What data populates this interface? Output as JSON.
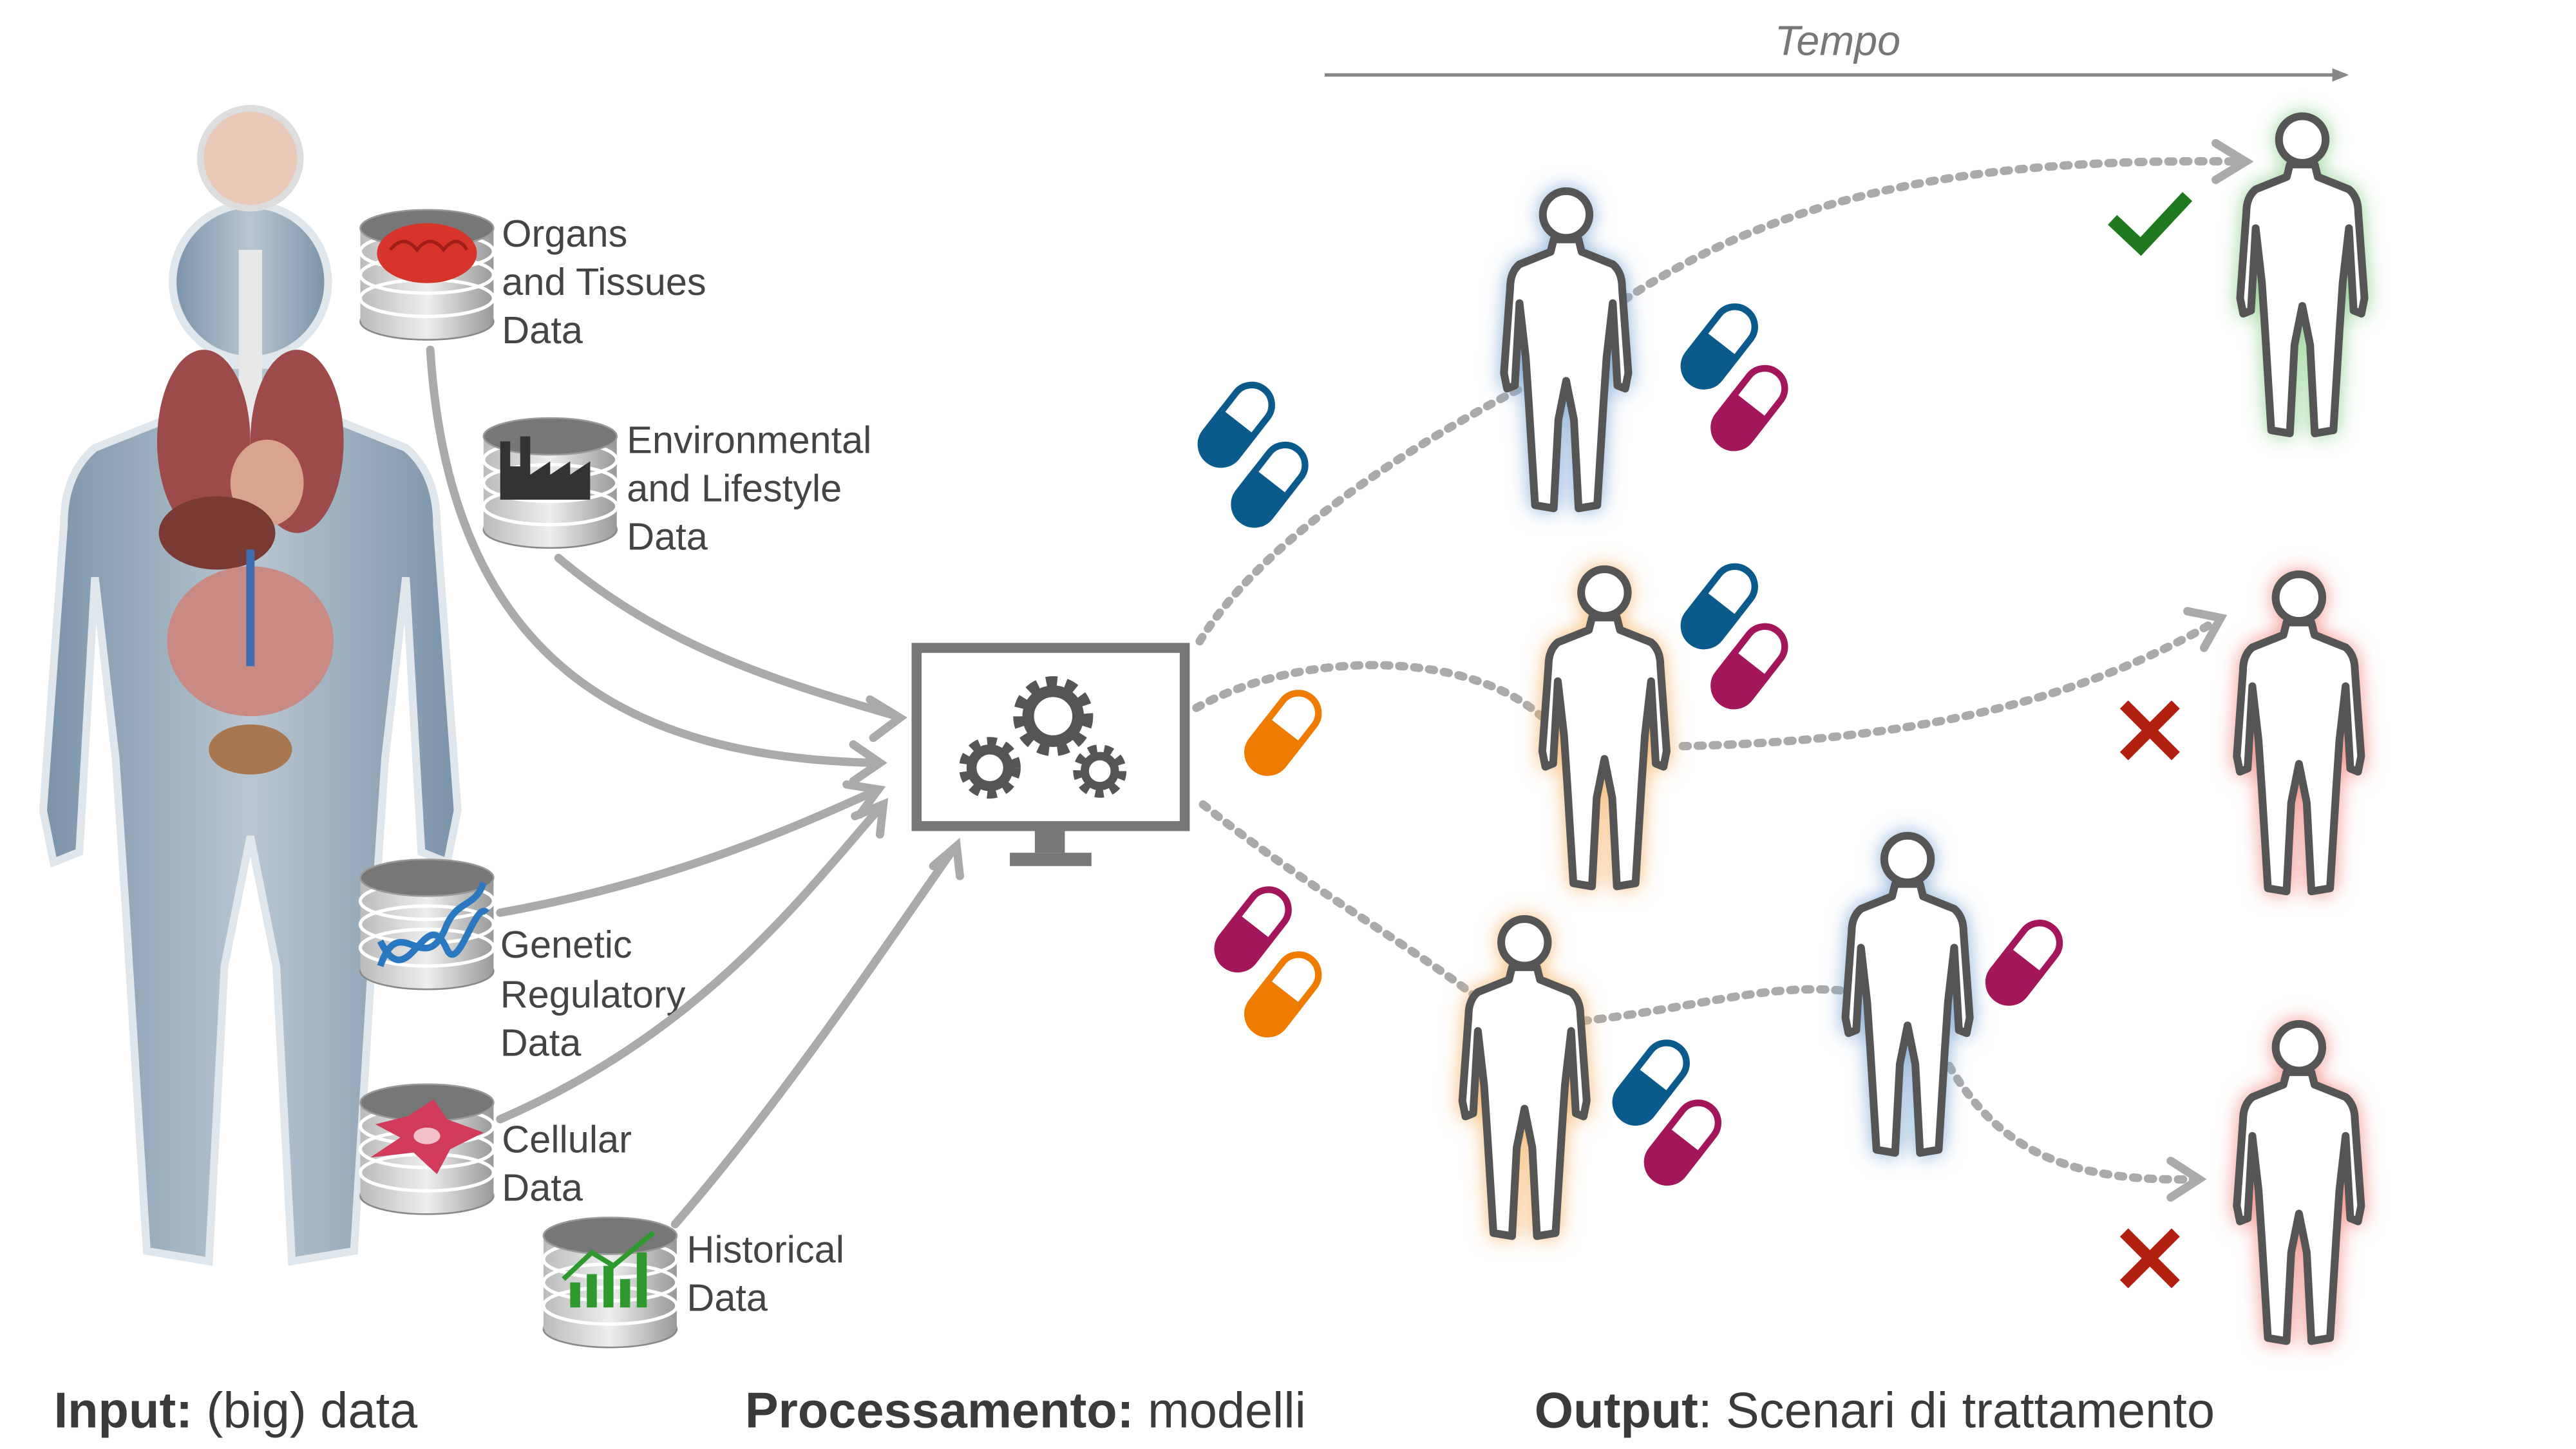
{
  "timeline": {
    "label": "Tempo"
  },
  "data_sources": [
    {
      "lines": [
        "Organs",
        "and Tissues",
        "Data"
      ],
      "icon": "brain-icon"
    },
    {
      "lines": [
        "Environmental",
        "and Lifestyle",
        "Data"
      ],
      "icon": "factory-icon"
    },
    {
      "lines": [
        "Genetic",
        "Regulatory",
        "Data"
      ],
      "icon": "dna-icon"
    },
    {
      "lines": [
        "Cellular",
        "Data"
      ],
      "icon": "cell-icon"
    },
    {
      "lines": [
        "Historical",
        "Data"
      ],
      "icon": "chart-icon"
    }
  ],
  "sections": {
    "input": {
      "bold": "Input:",
      "rest": " (big) data"
    },
    "processing": {
      "bold": "Processamento:",
      "rest": " modelli"
    },
    "output": {
      "bold": "Output",
      "rest": ": Scenari di trattamento"
    }
  },
  "colors": {
    "pill_blue": "#0b5a8c",
    "pill_purple": "#a3165c",
    "pill_orange": "#ef7c00",
    "glow_blue": "#7fa9d6",
    "glow_orange": "#f5b46a",
    "glow_green": "#8fd08f",
    "glow_red": "#f08a80",
    "success": "#1f7a1f",
    "failure": "#b3200f"
  },
  "outcomes": [
    "success",
    "failure",
    "failure"
  ]
}
